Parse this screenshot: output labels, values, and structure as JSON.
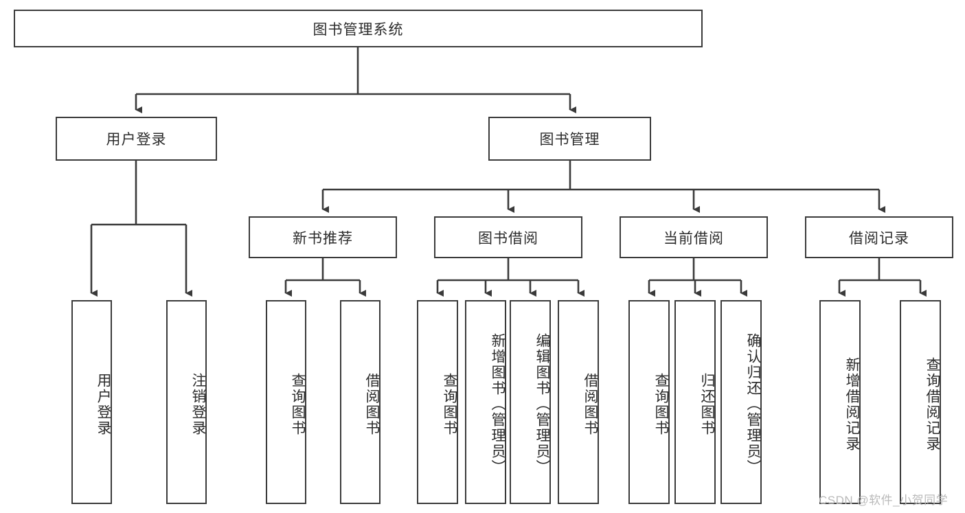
{
  "diagram": {
    "title": "图书管理系统",
    "type": "hierarchy-tree",
    "colors": {
      "box_border": "#3a3a3a",
      "box_fill": "#ffffff",
      "connector": "#3a3a3a",
      "text": "#2b2b2b",
      "watermark": "#b9b9b9",
      "background": "#ffffff"
    },
    "root": {
      "label": "图书管理系统"
    },
    "level2": [
      {
        "label": "用户登录"
      },
      {
        "label": "图书管理"
      }
    ],
    "level3": [
      {
        "label": "新书推荐"
      },
      {
        "label": "图书借阅"
      },
      {
        "label": "当前借阅"
      },
      {
        "label": "借阅记录"
      }
    ],
    "leaves_user_login": [
      {
        "label": "用户登录"
      },
      {
        "label": "注销登录"
      }
    ],
    "leaves_new_book": [
      {
        "label": "查询图书"
      },
      {
        "label": "借阅图书"
      }
    ],
    "leaves_borrow": [
      {
        "label": "查询图书"
      },
      {
        "label": "新增图书（管理员）"
      },
      {
        "label": "编辑图书（管理员）"
      },
      {
        "label": "借阅图书"
      }
    ],
    "leaves_current": [
      {
        "label": "查询图书"
      },
      {
        "label": "归还图书"
      },
      {
        "label": "确认归还（管理员）"
      }
    ],
    "leaves_records": [
      {
        "label": "新增借阅记录"
      },
      {
        "label": "查询借阅记录"
      }
    ],
    "watermark": "CSDN @软件_小贺同学"
  }
}
